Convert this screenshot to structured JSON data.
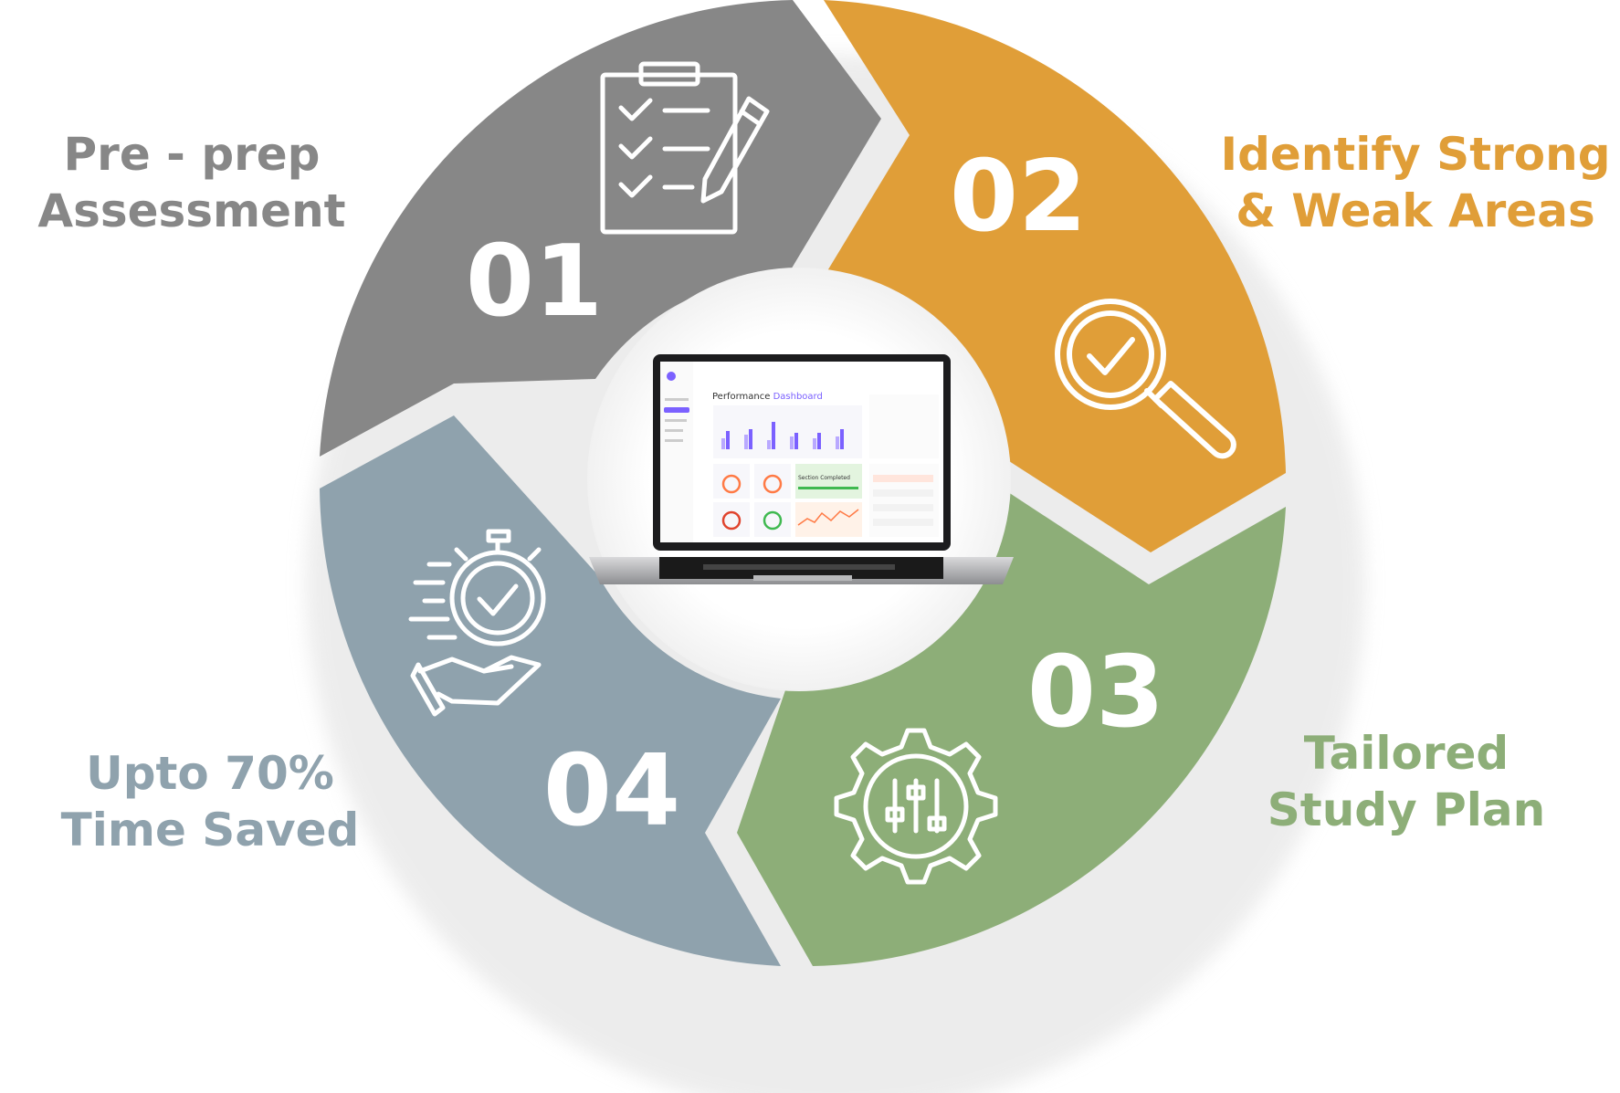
{
  "colors": {
    "step1": "#878787",
    "step2": "#e09e38",
    "step3": "#8dae78",
    "step4": "#8fa2ad",
    "white": "#ffffff"
  },
  "steps": [
    {
      "number": "01",
      "label_lines": [
        "Pre - prep",
        "Assessment"
      ],
      "icon": "clipboard-checklist-icon"
    },
    {
      "number": "02",
      "label_lines": [
        "Identify Strong",
        "& Weak Areas"
      ],
      "icon": "magnifier-check-icon"
    },
    {
      "number": "03",
      "label_lines": [
        "Tailored",
        "Study Plan"
      ],
      "icon": "gear-sliders-icon"
    },
    {
      "number": "04",
      "label_lines": [
        "Upto 70%",
        "Time Saved"
      ],
      "icon": "hand-stopwatch-icon"
    }
  ],
  "laptop": {
    "dashboard_title_bold": "Performance",
    "dashboard_title_light": "Dashboard",
    "section_completed": "Section Completed"
  }
}
